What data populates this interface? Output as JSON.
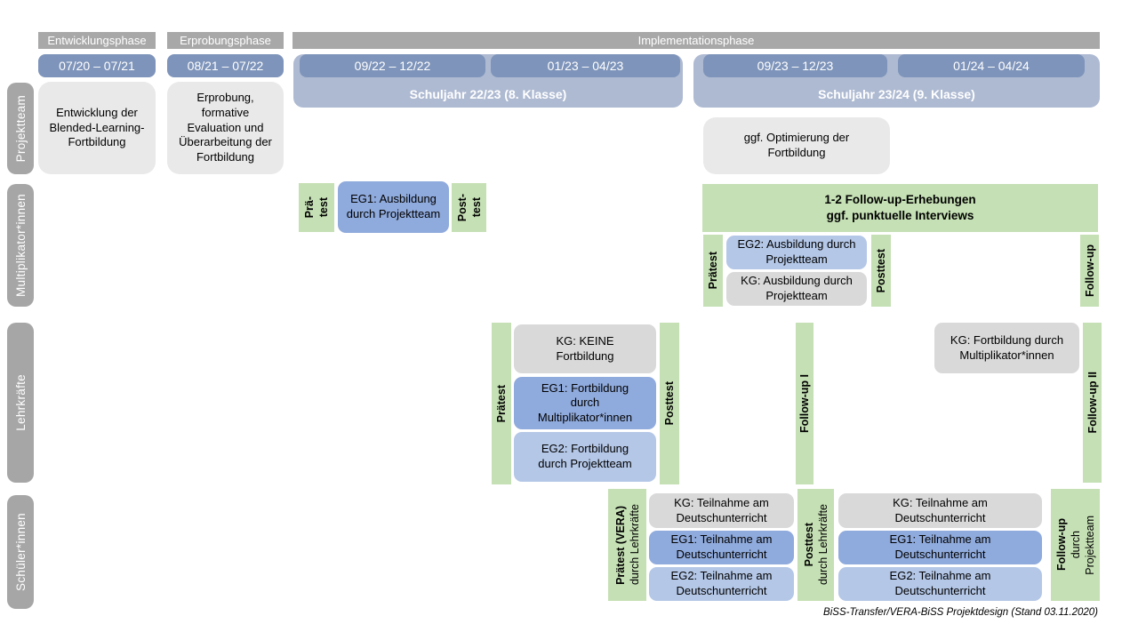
{
  "caption": "BiSS-Transfer/VERA-BiSS Projektdesign (Stand 03.11.2020)",
  "phases": {
    "entwicklung": "Entwicklungsphase",
    "erprobung": "Erprobungsphase",
    "implementation": "Implementationsphase"
  },
  "periods": {
    "p1": "07/20 – 07/21",
    "p2": "08/21 – 07/22",
    "p3": "09/22 – 12/22",
    "p4": "01/23 – 04/23",
    "p5": "09/23 – 12/23",
    "p6": "01/24 – 04/24"
  },
  "school_years": {
    "sy1": "Schuljahr 22/23 (8. Klasse)",
    "sy2": "Schuljahr 23/24 (9. Klasse)"
  },
  "row_labels": {
    "projektteam": "Projektteam",
    "multiplikatoren": "Multiplikator*innen",
    "lehrkraefte": "Lehrkräfte",
    "schueler": "Schüler*innen"
  },
  "projektteam": {
    "entwicklung": "Entwicklung der Blended-Learning-Fortbildung",
    "erprobung": "Erprobung, formative Evaluation und Überarbeitung der Fortbildung",
    "optimierung": "ggf. Optimierung der Fortbildung"
  },
  "multiplikatoren": {
    "praetest1_line1": "Prä-",
    "praetest1_line2": "test",
    "eg1": "EG1: Ausbildung durch Projektteam",
    "posttest1_line1": "Post-",
    "posttest1_line2": "test",
    "banner_line1": "1-2 Follow-up-Erhebungen",
    "banner_line2": "ggf. punktuelle Interviews",
    "praetest2": "Prätest",
    "eg2": "EG2: Ausbildung durch Projektteam",
    "kg": "KG: Ausbildung durch Projektteam",
    "posttest2": "Posttest",
    "followup": "Follow-up"
  },
  "lehrkraefte": {
    "praetest": "Prätest",
    "kg": "KG: KEINE Fortbildung",
    "eg1": "EG1: Fortbildung durch Multiplikator*innen",
    "eg2": "EG2: Fortbildung durch Projektteam",
    "posttest": "Posttest",
    "followup1": "Follow-up I",
    "kg_followup": "KG: Fortbildung durch Multiplikator*innen",
    "followup2": "Follow-up II"
  },
  "schueler": {
    "praetest_line1": "Prätest (VERA)",
    "praetest_line2": "durch Lehrkräfte",
    "kg1": "KG: Teilnahme am Deutschunterricht",
    "eg1a": "EG1: Teilnahme am Deutschunterricht",
    "eg2a": "EG2: Teilnahme am Deutschunterricht",
    "posttest_line1": "Posttest",
    "posttest_line2": "durch Lehrkräfte",
    "kg2": "KG: Teilnahme am Deutschunterricht",
    "eg1b": "EG1: Teilnahme am Deutschunterricht",
    "eg2b": "EG2: Teilnahme am Deutschunterricht",
    "followup_line1": "Follow-up",
    "followup_line2": "durch",
    "followup_line3": "Projektteam"
  },
  "colors": {
    "phase_gray": "#a8a8a8",
    "sidebar_gray": "#a6a6a6",
    "period_blue": "#7e94ba",
    "year_band_blue": "#aebad2",
    "box_light_gray": "#e9e9e9",
    "kg_gray": "#d9d9d9",
    "eg1_blue": "#8faadc",
    "eg2_blue": "#b4c7e7",
    "test_green": "#c5e0b4"
  }
}
